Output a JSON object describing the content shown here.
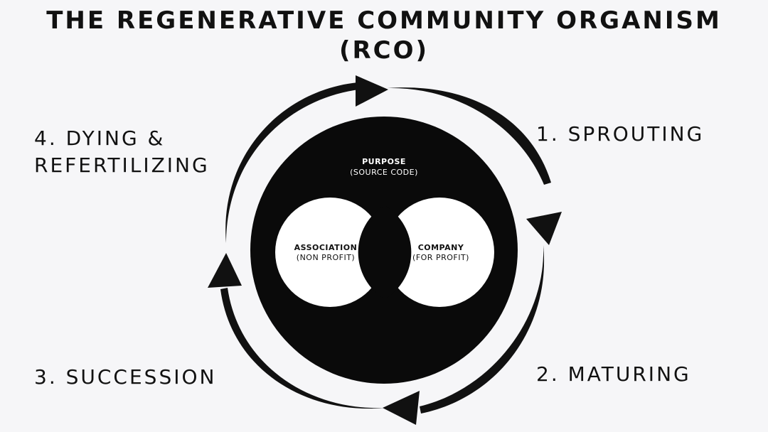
{
  "title": {
    "line1": "THE REGENERATIVE COMMUNITY ORGANISM",
    "line2": "(RCO)"
  },
  "stages": {
    "sprouting": "1. SPROUTING",
    "maturing": "2. MATURING",
    "succession": "3. SUCCESSION",
    "dying_line1": "4. DYING &",
    "dying_line2": "REFERTILIZING"
  },
  "core": {
    "purpose_title": "PURPOSE",
    "purpose_subtitle": "(SOURCE CODE)",
    "association_title": "ASSOCIATION",
    "association_subtitle": "(NON PROFIT)",
    "company_title": "COMPANY",
    "company_subtitle": "(FOR PROFIT)"
  },
  "colors": {
    "background": "#f6f6f8",
    "ink": "#111111"
  }
}
